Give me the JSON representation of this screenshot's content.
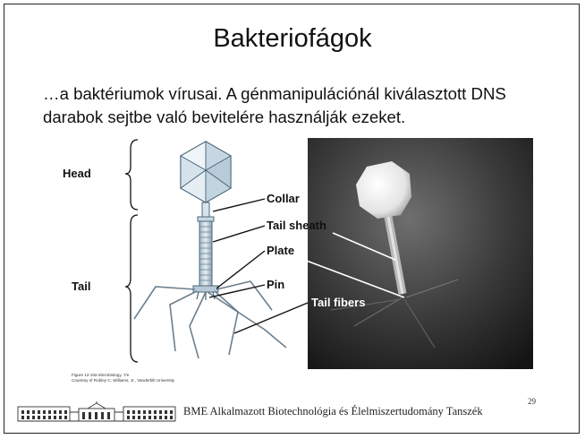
{
  "slide": {
    "title": "Bakteriofágok",
    "body": "…a baktériumok vírusai. A génmanipulációnál kiválasztott DNS darabok sejtbe való bevitelére használják ezeket.",
    "page_number": "29",
    "footer": "BME Alkalmazott Biotechnológia és Élelmiszertudomány Tanszék"
  },
  "figure": {
    "labels": {
      "head": "Head",
      "tail": "Tail",
      "collar": "Collar",
      "tail_sheath": "Tail sheath",
      "plate": "Plate",
      "pin": "Pin",
      "tail_fibers": "Tail fibers"
    },
    "caption_line1": "Figure 12-10a Microbiology, 7/e",
    "caption_line2": "Courtesy of Robley C. Williams, Jr., Vanderbilt University"
  }
}
